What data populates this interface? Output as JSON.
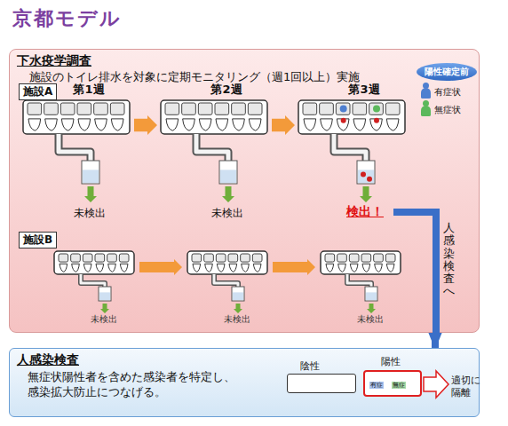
{
  "diagram": {
    "title": "京都モデル",
    "nodes": [
      {
        "text": [
          "下水疫学調査",
          "施設のトイレ排水を対象に定期モニタリング（週1回以上）実施"
        ]
      },
      {
        "text": [
          "施設A"
        ],
        "in": 0
      },
      {
        "text": [
          "施設B"
        ],
        "in": 0
      },
      {
        "text": [
          "陽性確定前"
        ],
        "in": 0
      },
      {
        "text": [
          "人感染検査",
          "無症状陽性者を含めた感染者を特定し、感染拡大防止につなげる。"
        ]
      },
      {
        "text": [
          "陰性"
        ],
        "in": 4
      },
      {
        "text": [
          "陽性"
        ],
        "in": 4
      }
    ],
    "edges": [
      {
        "from": 0,
        "to": 4,
        "arrow": "to",
        "label": "人感染検査へ"
      }
    ],
    "labels": [
      "第1週",
      "第2週",
      "第3週",
      "未検出",
      "未検出",
      "検出！",
      "未検出",
      "未検出",
      "未検出",
      "有症",
      "無症",
      "適切に隔離"
    ],
    "legend": [
      {
        "text": "有症状",
        "color": "#4f7fd0"
      },
      {
        "text": "無症状",
        "color": "#5cb85c"
      }
    ]
  }
}
